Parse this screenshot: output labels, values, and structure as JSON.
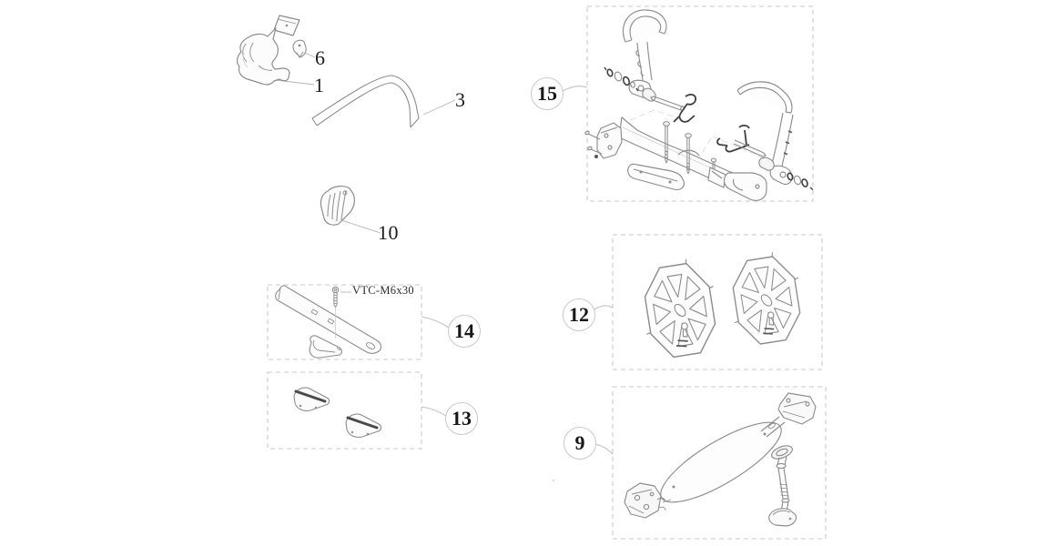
{
  "figure": {
    "part_labels": {
      "p1": "1",
      "p3": "3",
      "p6": "6",
      "p9": "9",
      "p10": "10",
      "p12": "12",
      "p13": "13",
      "p14": "14",
      "p15": "15"
    },
    "hardware_note": "VTC-M6x30"
  },
  "style": {
    "background": "#ffffff",
    "line_color": "#8d8d8d",
    "dark_accent": "#3f3f3f",
    "dashed_box": "#c9c9c9",
    "leader_line": "#c2c2c2",
    "label_color": "#1c1c1a"
  }
}
